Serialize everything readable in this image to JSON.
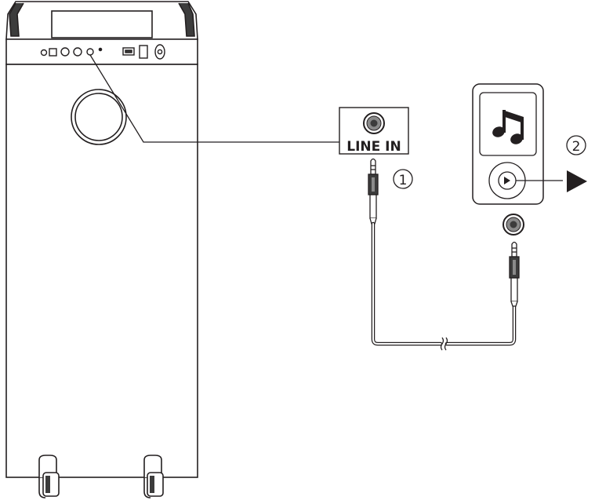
{
  "labels": {
    "line_in": "LINE IN",
    "step_1": "1",
    "step_2": "2"
  },
  "icons": {
    "music_note": "music-note-icon",
    "play": "play-icon"
  },
  "colors": {
    "stroke": "#231f20",
    "fill": "#ffffff",
    "shade": "#8a8a8a",
    "dark_shade": "#3c3c3c"
  }
}
